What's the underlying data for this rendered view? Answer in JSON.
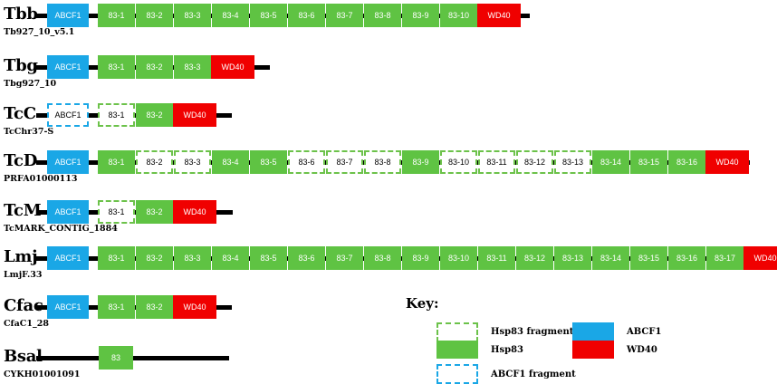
{
  "rows": [
    {
      "species": "Tbb",
      "locus": "Tb927_10_v5.1",
      "domains": [
        {
          "label": "ABCF1",
          "kind": "abcf1"
        },
        {
          "label": "83-1",
          "kind": "hsp"
        },
        {
          "label": "83-2",
          "kind": "hsp"
        },
        {
          "label": "83-3",
          "kind": "hsp"
        },
        {
          "label": "83-4",
          "kind": "hsp"
        },
        {
          "label": "83-5",
          "kind": "hsp"
        },
        {
          "label": "83-6",
          "kind": "hsp"
        },
        {
          "label": "83-7",
          "kind": "hsp"
        },
        {
          "label": "83-8",
          "kind": "hsp"
        },
        {
          "label": "83-9",
          "kind": "hsp"
        },
        {
          "label": "83-10",
          "kind": "hsp"
        },
        {
          "label": "WD40",
          "kind": "wd40"
        }
      ]
    },
    {
      "species": "Tbg",
      "locus": "Tbg927_10",
      "domains": [
        {
          "label": "ABCF1",
          "kind": "abcf1"
        },
        {
          "label": "83-1",
          "kind": "hsp"
        },
        {
          "label": "83-2",
          "kind": "hsp"
        },
        {
          "label": "83-3",
          "kind": "hsp"
        },
        {
          "label": "WD40",
          "kind": "wd40"
        }
      ]
    },
    {
      "species": "TcC",
      "locus": "TcChr37-S",
      "domains": [
        {
          "label": "ABCF1",
          "kind": "abcf1-frag"
        },
        {
          "label": "83-1",
          "kind": "hsp-frag"
        },
        {
          "label": "83-2",
          "kind": "hsp"
        },
        {
          "label": "WD40",
          "kind": "wd40"
        }
      ]
    },
    {
      "species": "TcD",
      "locus": "PRFA01000113",
      "domains": [
        {
          "label": "ABCF1",
          "kind": "abcf1"
        },
        {
          "label": "83-1",
          "kind": "hsp"
        },
        {
          "label": "83-2",
          "kind": "hsp-frag"
        },
        {
          "label": "83-3",
          "kind": "hsp-frag"
        },
        {
          "label": "83-4",
          "kind": "hsp"
        },
        {
          "label": "83-5",
          "kind": "hsp"
        },
        {
          "label": "83-6",
          "kind": "hsp-frag"
        },
        {
          "label": "83-7",
          "kind": "hsp-frag"
        },
        {
          "label": "83-8",
          "kind": "hsp-frag"
        },
        {
          "label": "83-9",
          "kind": "hsp"
        },
        {
          "label": "83-10",
          "kind": "hsp-frag"
        },
        {
          "label": "83-11",
          "kind": "hsp-frag"
        },
        {
          "label": "83-12",
          "kind": "hsp-frag"
        },
        {
          "label": "83-13",
          "kind": "hsp-frag"
        },
        {
          "label": "83-14",
          "kind": "hsp"
        },
        {
          "label": "83-15",
          "kind": "hsp"
        },
        {
          "label": "83-16",
          "kind": "hsp"
        },
        {
          "label": "WD40",
          "kind": "wd40"
        }
      ]
    },
    {
      "species": "TcM",
      "locus": "TcMARK_CONTIG_1884",
      "domains": [
        {
          "label": "ABCF1",
          "kind": "abcf1"
        },
        {
          "label": "83-1",
          "kind": "hsp-frag"
        },
        {
          "label": "83-2",
          "kind": "hsp"
        },
        {
          "label": "WD40",
          "kind": "wd40"
        }
      ]
    },
    {
      "species": "Lmj",
      "locus": "LmjF.33",
      "domains": [
        {
          "label": "ABCF1",
          "kind": "abcf1"
        },
        {
          "label": "83-1",
          "kind": "hsp"
        },
        {
          "label": "83-2",
          "kind": "hsp"
        },
        {
          "label": "83-3",
          "kind": "hsp"
        },
        {
          "label": "83-4",
          "kind": "hsp"
        },
        {
          "label": "83-5",
          "kind": "hsp"
        },
        {
          "label": "83-6",
          "kind": "hsp"
        },
        {
          "label": "83-7",
          "kind": "hsp"
        },
        {
          "label": "83-8",
          "kind": "hsp"
        },
        {
          "label": "83-9",
          "kind": "hsp"
        },
        {
          "label": "83-10",
          "kind": "hsp"
        },
        {
          "label": "83-11",
          "kind": "hsp"
        },
        {
          "label": "83-12",
          "kind": "hsp"
        },
        {
          "label": "83-13",
          "kind": "hsp"
        },
        {
          "label": "83-14",
          "kind": "hsp"
        },
        {
          "label": "83-15",
          "kind": "hsp"
        },
        {
          "label": "83-16",
          "kind": "hsp"
        },
        {
          "label": "83-17",
          "kind": "hsp"
        },
        {
          "label": "WD40",
          "kind": "wd40"
        }
      ]
    },
    {
      "species": "Cfac",
      "locus": "CfaC1_28",
      "domains": [
        {
          "label": "ABCF1",
          "kind": "abcf1"
        },
        {
          "label": "83-1",
          "kind": "hsp"
        },
        {
          "label": "83-2",
          "kind": "hsp"
        },
        {
          "label": "WD40",
          "kind": "wd40"
        }
      ]
    },
    {
      "species": "Bsal",
      "locus": "CYKH01001091",
      "domains": [
        {
          "label": "83",
          "kind": "hsp"
        }
      ]
    }
  ],
  "key": {
    "title": "Key:",
    "items": [
      {
        "label": "Hsp83 fragment",
        "kind": "hsp-frag"
      },
      {
        "label": "ABCF1",
        "kind": "abcf1"
      },
      {
        "label": "Hsp83",
        "kind": "hsp"
      },
      {
        "label": "WD40",
        "kind": "wd40"
      },
      {
        "label": "ABCF1 fragment",
        "kind": "abcf1-frag"
      }
    ]
  },
  "colors": {
    "abcf1": "#1aa7e6",
    "hsp83": "#5fc343",
    "wd40": "#f00000",
    "fragment_border_green": "#6cc24a",
    "fragment_border_blue": "#1aa7e6"
  }
}
